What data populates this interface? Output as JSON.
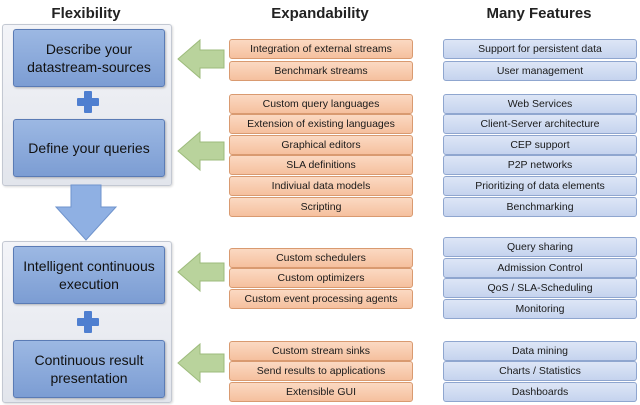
{
  "headers": {
    "flexibility": "Flexibility",
    "expandability": "Expandability",
    "features": "Many Features"
  },
  "flexibility": {
    "step1": "Describe your datastream-sources",
    "step2": "Define your queries",
    "step3": "Intelligent continuous execution",
    "step4": "Continuous result presentation"
  },
  "expandability": {
    "group1": [
      "Integration of external streams",
      "Benchmark streams"
    ],
    "group2": [
      "Custom query languages",
      "Extension of existing languages",
      "Graphical editors",
      "SLA definitions",
      "Indiviual data models",
      "Scripting"
    ],
    "group3": [
      "Custom schedulers",
      "Custom optimizers",
      "Custom event processing agents"
    ],
    "group4": [
      "Custom stream sinks",
      "Send results to applications",
      "Extensible GUI"
    ]
  },
  "features": {
    "group1": [
      "Support for persistent data",
      "User management"
    ],
    "group2": [
      "Web Services",
      "Client-Server architecture",
      "CEP support",
      "P2P networks",
      "Prioritizing of data elements",
      "Benchmarking"
    ],
    "group3": [
      "Query sharing",
      "Admission Control",
      "QoS / SLA-Scheduling",
      "Monitoring"
    ],
    "group4": [
      "Data mining",
      "Charts / Statistics",
      "Dashboards"
    ]
  },
  "colors": {
    "flex_box": "#8aa9dc",
    "plus": "#4f7fd0",
    "expand_item": "#f8caaa",
    "feature_item": "#d2ddf2",
    "arrow_green": "#b9d39c",
    "arrow_blue": "#8fb0e3"
  }
}
